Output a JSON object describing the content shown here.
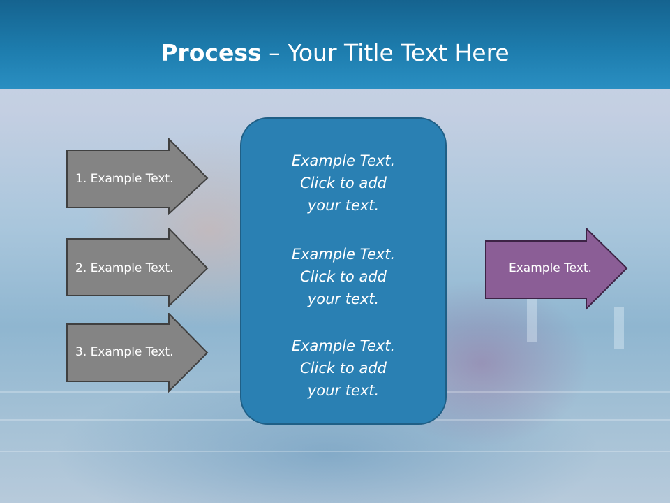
{
  "slide": {
    "title_bold": "Process",
    "title_rest": " – Your Title Text Here",
    "left_arrows": [
      {
        "label": "1. Example Text."
      },
      {
        "label": "2. Example Text."
      },
      {
        "label": "3. Example Text."
      }
    ],
    "center_blocks": [
      {
        "line1": "Example Text.",
        "line2": "Click  to add",
        "line3": "your text."
      },
      {
        "line1": "Example Text.",
        "line2": "Click  to add",
        "line3": "your text."
      },
      {
        "line1": "Example Text.",
        "line2": "Click  to add",
        "line3": "your text."
      }
    ],
    "right_arrow": {
      "label": "Example Text."
    },
    "colors": {
      "header": "#1d7cad",
      "left_arrow_fill": "#848484",
      "left_arrow_stroke": "#404040",
      "center_box_fill": "#2a80b3",
      "right_arrow_fill": "#8b5e96",
      "right_arrow_stroke": "#3d2345"
    }
  }
}
